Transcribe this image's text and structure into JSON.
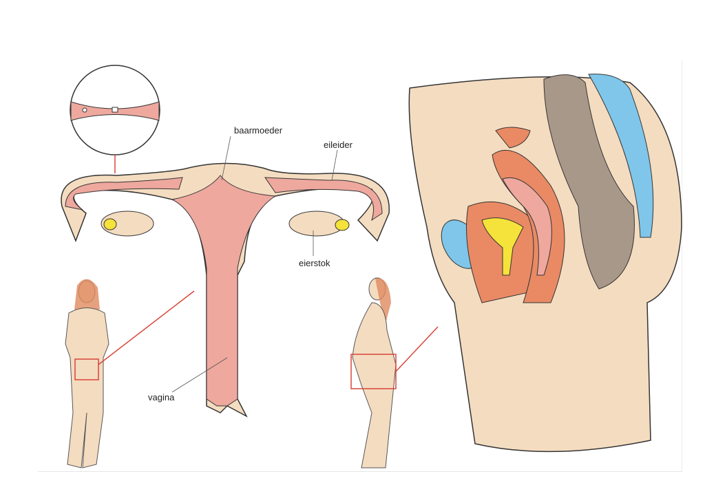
{
  "labels": {
    "uterus": "baarmoeder",
    "fallopian_tube": "eileider",
    "ovary": "eierstok",
    "vagina": "vagina"
  },
  "colors": {
    "skin": "#f4dcc0",
    "uterus_pink": "#eea89e",
    "outline": "#333333",
    "bladder_blue": "#7fc6ea",
    "rectum_gray": "#a8988a",
    "uterus_orange": "#e98a64",
    "cavity_yellow": "#f5e23a",
    "pointer_red": "#d8453a"
  }
}
